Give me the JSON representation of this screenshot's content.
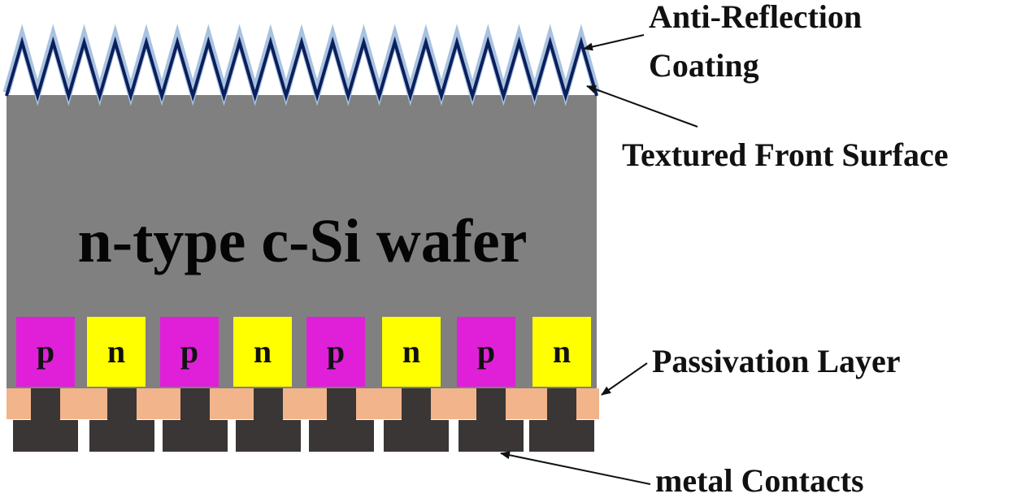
{
  "wafer": {
    "label": "n-type c-Si wafer",
    "color": "#808080"
  },
  "colors": {
    "arc_light": "#a8c2e0",
    "texture_line": "#0b1f5c",
    "p_region": "#e020d8",
    "n_region": "#ffff00",
    "passivation": "#f2b48a",
    "contact": "#3a3636",
    "arrow": "#111111"
  },
  "regions": [
    {
      "label": "p",
      "type": "p"
    },
    {
      "label": "n",
      "type": "n"
    },
    {
      "label": "p",
      "type": "p"
    },
    {
      "label": "n",
      "type": "n"
    },
    {
      "label": "p",
      "type": "p"
    },
    {
      "label": "n",
      "type": "n"
    },
    {
      "label": "p",
      "type": "p"
    },
    {
      "label": "n",
      "type": "n"
    }
  ],
  "annotations": {
    "arc_line1": "Anti-Reflection",
    "arc_line2": "Coating",
    "textured": "Textured Front Surface",
    "passivation": "Passivation Layer",
    "metal": "metal Contacts"
  }
}
